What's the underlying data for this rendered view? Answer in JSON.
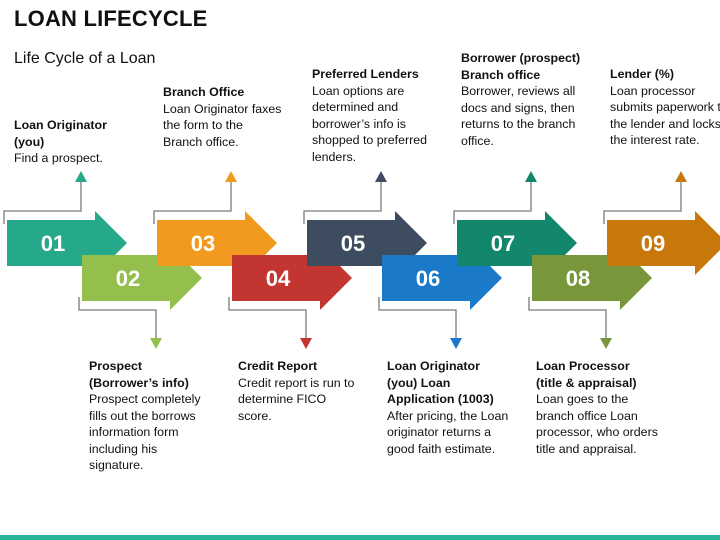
{
  "title": "LOAN LIFECYCLE",
  "subtitle": "Life Cycle of a Loan",
  "steps": [
    {
      "number": "01",
      "title": "Loan Originator (you)",
      "desc": "Find a prospect.",
      "color": "#26a88a",
      "position": "top"
    },
    {
      "number": "02",
      "title": "Prospect (Borrower’s info)",
      "desc": "Prospect completely fills out the borrows information form including his signature.",
      "color": "#94bf4d",
      "position": "bottom"
    },
    {
      "number": "03",
      "title": "Branch Office",
      "desc": "Loan Originator faxes the form to the Branch office.",
      "color": "#f29a1f",
      "position": "top"
    },
    {
      "number": "04",
      "title": "Credit Report",
      "desc": "Credit report is run to determine FICO score.",
      "color": "#c33531",
      "position": "bottom"
    },
    {
      "number": "05",
      "title": "Preferred Lenders",
      "desc": "Loan options are determined and borrower’s info is shopped to preferred lenders.",
      "color": "#3d4c5e",
      "position": "top"
    },
    {
      "number": "06",
      "title": "Loan Originator (you)  Loan Application (1003)",
      "desc": "After pricing, the Loan originator returns a good faith estimate.",
      "color": "#1a7ac9",
      "position": "bottom"
    },
    {
      "number": "07",
      "title": "Borrower (prospect) Branch office",
      "desc": "Borrower, reviews all docs and signs, then returns to the branch office.",
      "color": "#12876b",
      "position": "top"
    },
    {
      "number": "08",
      "title": "Loan Processor (title & appraisal)",
      "desc": "Loan goes to the branch office Loan processor, who orders title and appraisal.",
      "color": "#78963a",
      "position": "bottom"
    },
    {
      "number": "09",
      "title": "Lender (%)",
      "desc": "Loan processor submits paperwork to the lender and locks the interest rate.",
      "color": "#c8770b",
      "position": "top"
    }
  ],
  "accent_bar_color": "#2ab59b"
}
